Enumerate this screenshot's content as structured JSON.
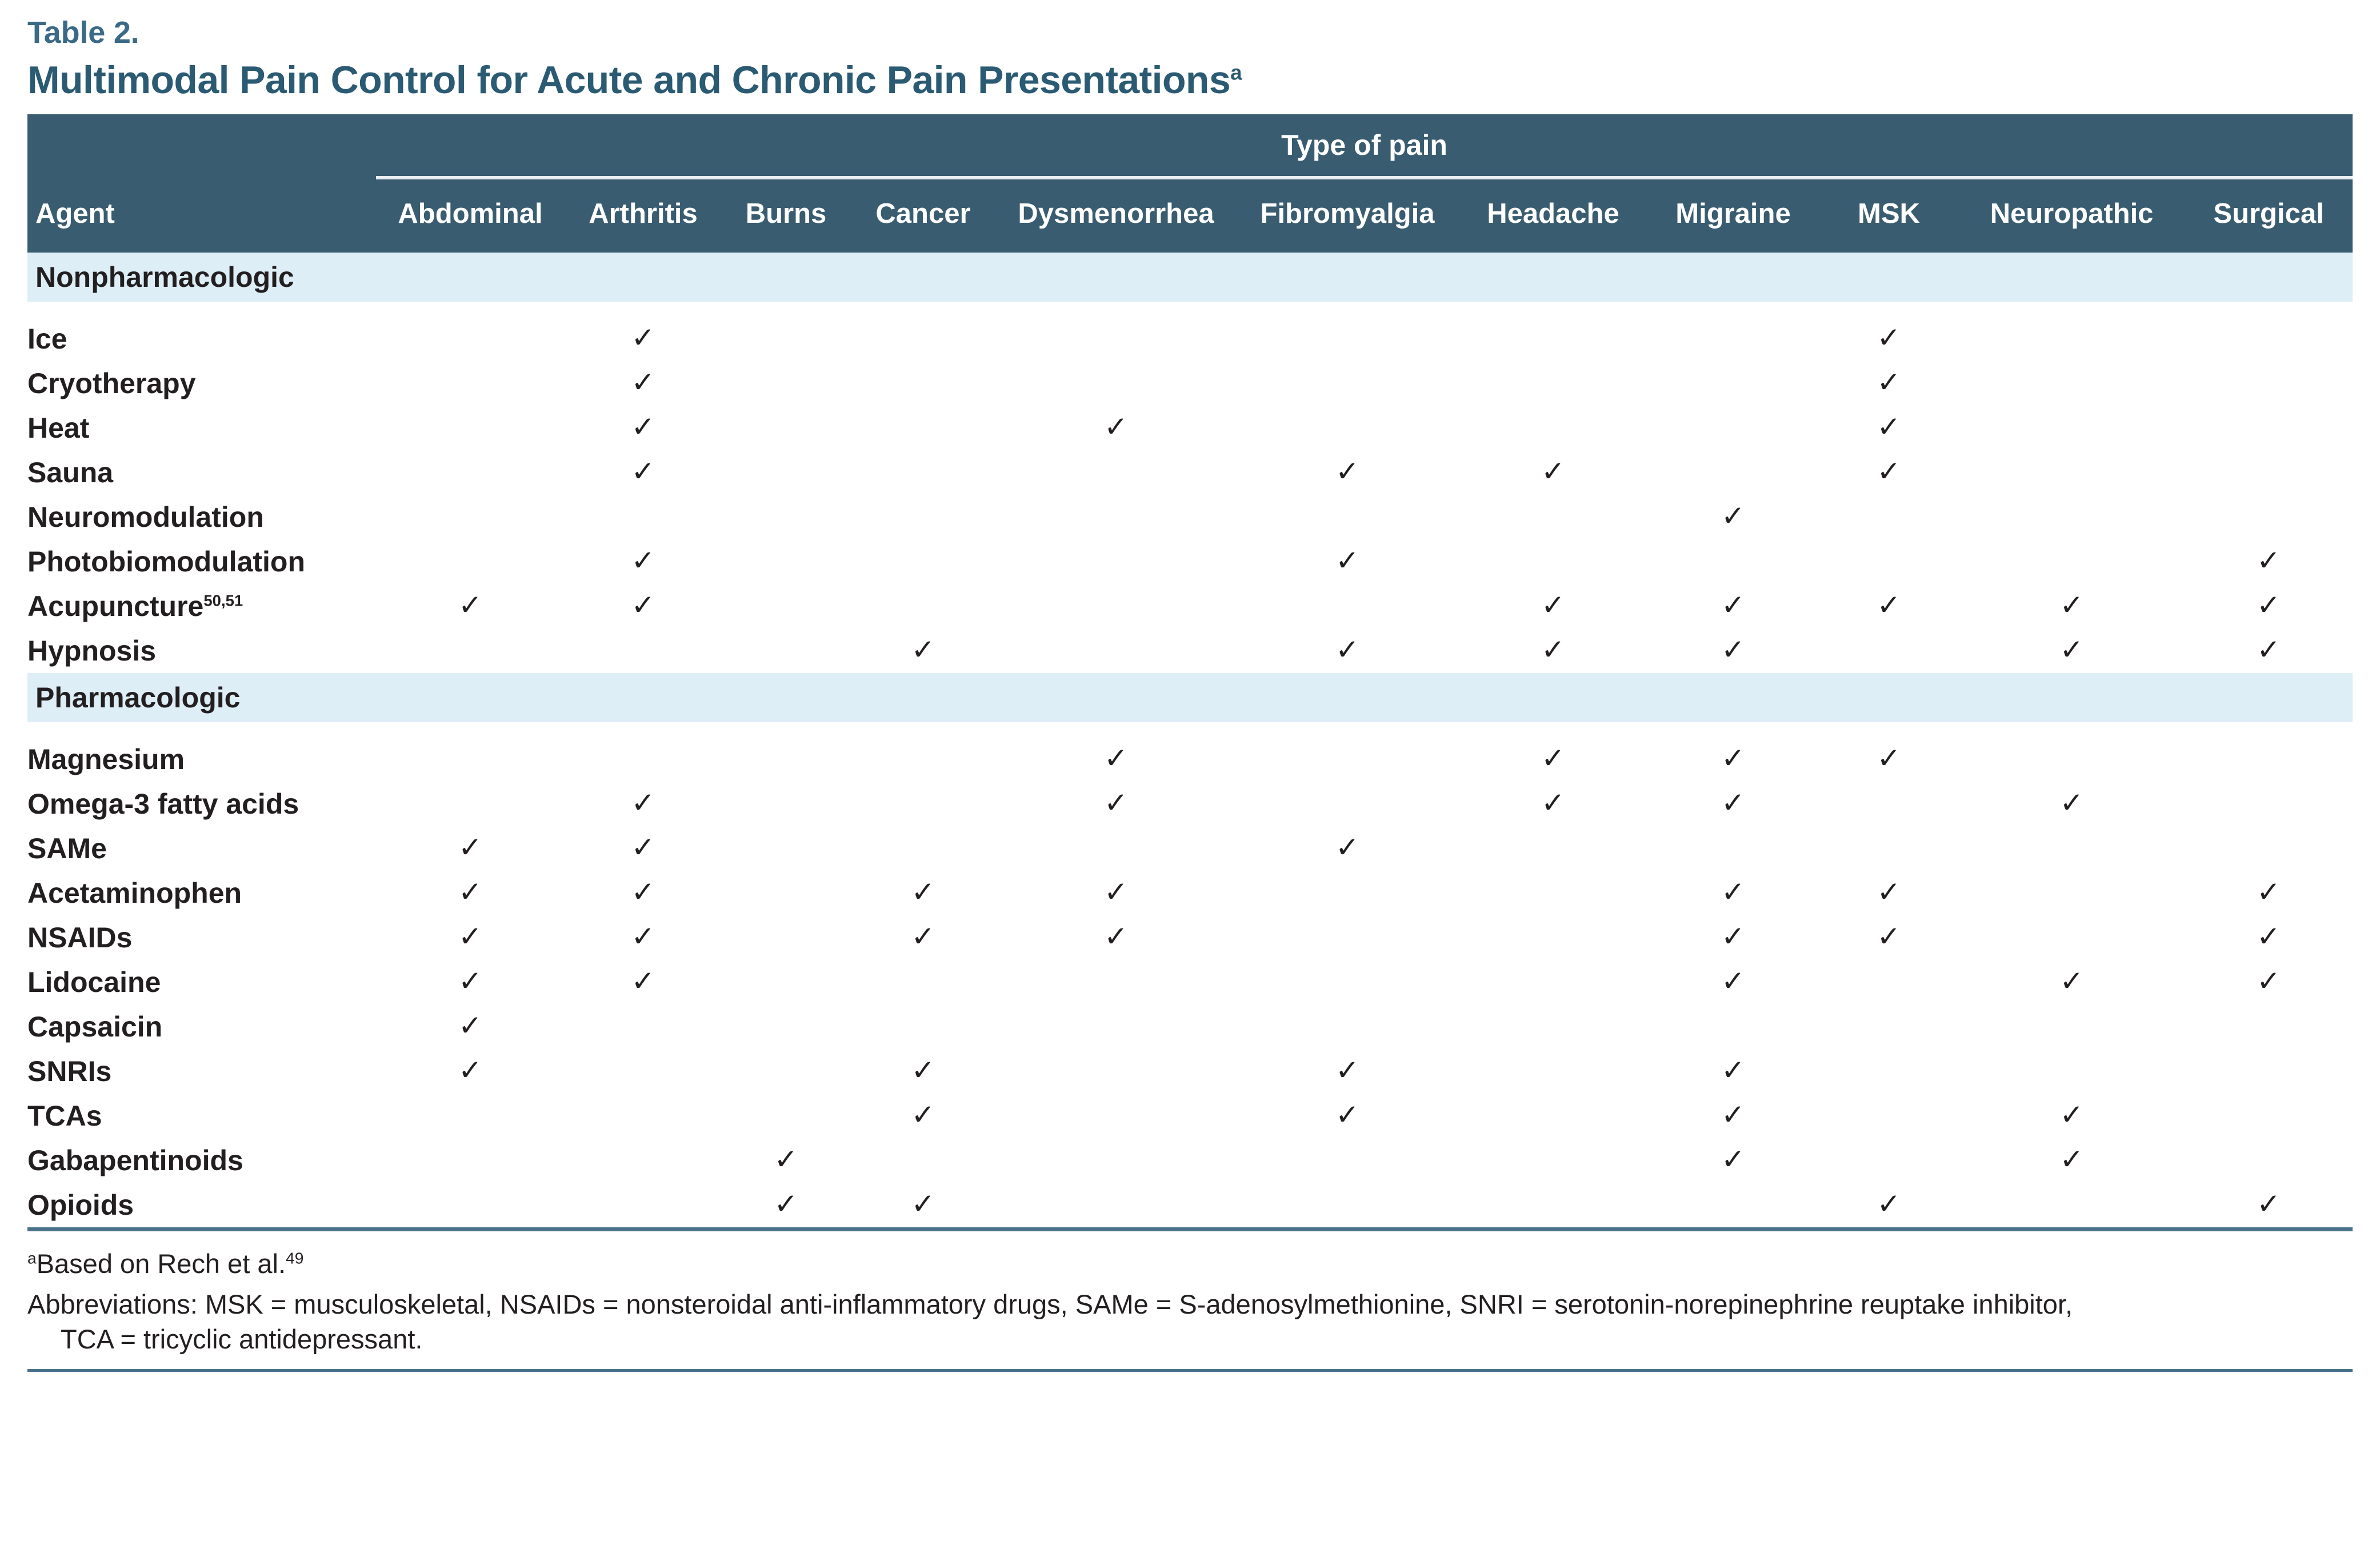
{
  "header": {
    "table_label": "Table 2.",
    "title": "Multimodal Pain Control for Acute and Chronic Pain Presentations",
    "title_superscript": "a"
  },
  "colors": {
    "header_bg": "#395c70",
    "section_band": "#ddeef7",
    "title_blue": "#2b5a73",
    "label_blue": "#3a6a86",
    "rule": "#4a7389"
  },
  "table": {
    "group_header": "Type of pain",
    "agent_header": "Agent",
    "columns": [
      "Abdominal",
      "Arthritis",
      "Burns",
      "Cancer",
      "Dysmenorrhea",
      "Fibromyalgia",
      "Headache",
      "Migraine",
      "MSK",
      "Neuropathic",
      "Surgical"
    ],
    "check_glyph": "✓",
    "sections": [
      {
        "name": "Nonpharmacologic",
        "rows": [
          {
            "agent": "Ice",
            "sup": "",
            "checks": [
              0,
              1,
              0,
              0,
              0,
              0,
              0,
              0,
              1,
              0,
              0
            ]
          },
          {
            "agent": "Cryotherapy",
            "sup": "",
            "checks": [
              0,
              1,
              0,
              0,
              0,
              0,
              0,
              0,
              1,
              0,
              0
            ]
          },
          {
            "agent": "Heat",
            "sup": "",
            "checks": [
              0,
              1,
              0,
              0,
              1,
              0,
              0,
              0,
              1,
              0,
              0
            ]
          },
          {
            "agent": "Sauna",
            "sup": "",
            "checks": [
              0,
              1,
              0,
              0,
              0,
              1,
              1,
              0,
              1,
              0,
              0
            ]
          },
          {
            "agent": "Neuromodulation",
            "sup": "",
            "checks": [
              0,
              0,
              0,
              0,
              0,
              0,
              0,
              1,
              0,
              0,
              0
            ]
          },
          {
            "agent": "Photobiomodulation",
            "sup": "",
            "checks": [
              0,
              1,
              0,
              0,
              0,
              1,
              0,
              0,
              0,
              0,
              1
            ]
          },
          {
            "agent": "Acupuncture",
            "sup": "50,51",
            "checks": [
              1,
              1,
              0,
              0,
              0,
              0,
              1,
              1,
              1,
              1,
              1
            ]
          },
          {
            "agent": "Hypnosis",
            "sup": "",
            "checks": [
              0,
              0,
              0,
              1,
              0,
              1,
              1,
              1,
              0,
              1,
              1
            ]
          }
        ]
      },
      {
        "name": "Pharmacologic",
        "rows": [
          {
            "agent": "Magnesium",
            "sup": "",
            "checks": [
              0,
              0,
              0,
              0,
              1,
              0,
              1,
              1,
              1,
              0,
              0
            ]
          },
          {
            "agent": "Omega-3 fatty acids",
            "sup": "",
            "checks": [
              0,
              1,
              0,
              0,
              1,
              0,
              1,
              1,
              0,
              1,
              0
            ]
          },
          {
            "agent": "SAMe",
            "sup": "",
            "checks": [
              1,
              1,
              0,
              0,
              0,
              1,
              0,
              0,
              0,
              0,
              0
            ]
          },
          {
            "agent": "Acetaminophen",
            "sup": "",
            "checks": [
              1,
              1,
              0,
              1,
              1,
              0,
              0,
              1,
              1,
              0,
              1
            ]
          },
          {
            "agent": "NSAIDs",
            "sup": "",
            "checks": [
              1,
              1,
              0,
              1,
              1,
              0,
              0,
              1,
              1,
              0,
              1
            ]
          },
          {
            "agent": "Lidocaine",
            "sup": "",
            "checks": [
              1,
              1,
              0,
              0,
              0,
              0,
              0,
              1,
              0,
              1,
              1
            ]
          },
          {
            "agent": "Capsaicin",
            "sup": "",
            "checks": [
              1,
              0,
              0,
              0,
              0,
              0,
              0,
              0,
              0,
              0,
              0
            ]
          },
          {
            "agent": "SNRIs",
            "sup": "",
            "checks": [
              1,
              0,
              0,
              1,
              0,
              1,
              0,
              1,
              0,
              0,
              0
            ]
          },
          {
            "agent": "TCAs",
            "sup": "",
            "checks": [
              0,
              0,
              0,
              1,
              0,
              1,
              0,
              1,
              0,
              1,
              0
            ]
          },
          {
            "agent": "Gabapentinoids",
            "sup": "",
            "checks": [
              0,
              0,
              1,
              0,
              0,
              0,
              0,
              1,
              0,
              1,
              0
            ]
          },
          {
            "agent": "Opioids",
            "sup": "",
            "checks": [
              0,
              0,
              1,
              1,
              0,
              0,
              0,
              0,
              1,
              0,
              1
            ]
          }
        ]
      }
    ]
  },
  "notes": {
    "footnote_marker": "a",
    "footnote_text": "Based on Rech et al.",
    "footnote_ref": "49",
    "abbreviations_line1": "Abbreviations: MSK = musculoskeletal, NSAIDs = nonsteroidal anti-inflammatory drugs, SAMe = S-adenosylmethionine, SNRI = serotonin-norepinephrine reuptake inhibitor,",
    "abbreviations_line2": "TCA = tricyclic antidepressant."
  }
}
